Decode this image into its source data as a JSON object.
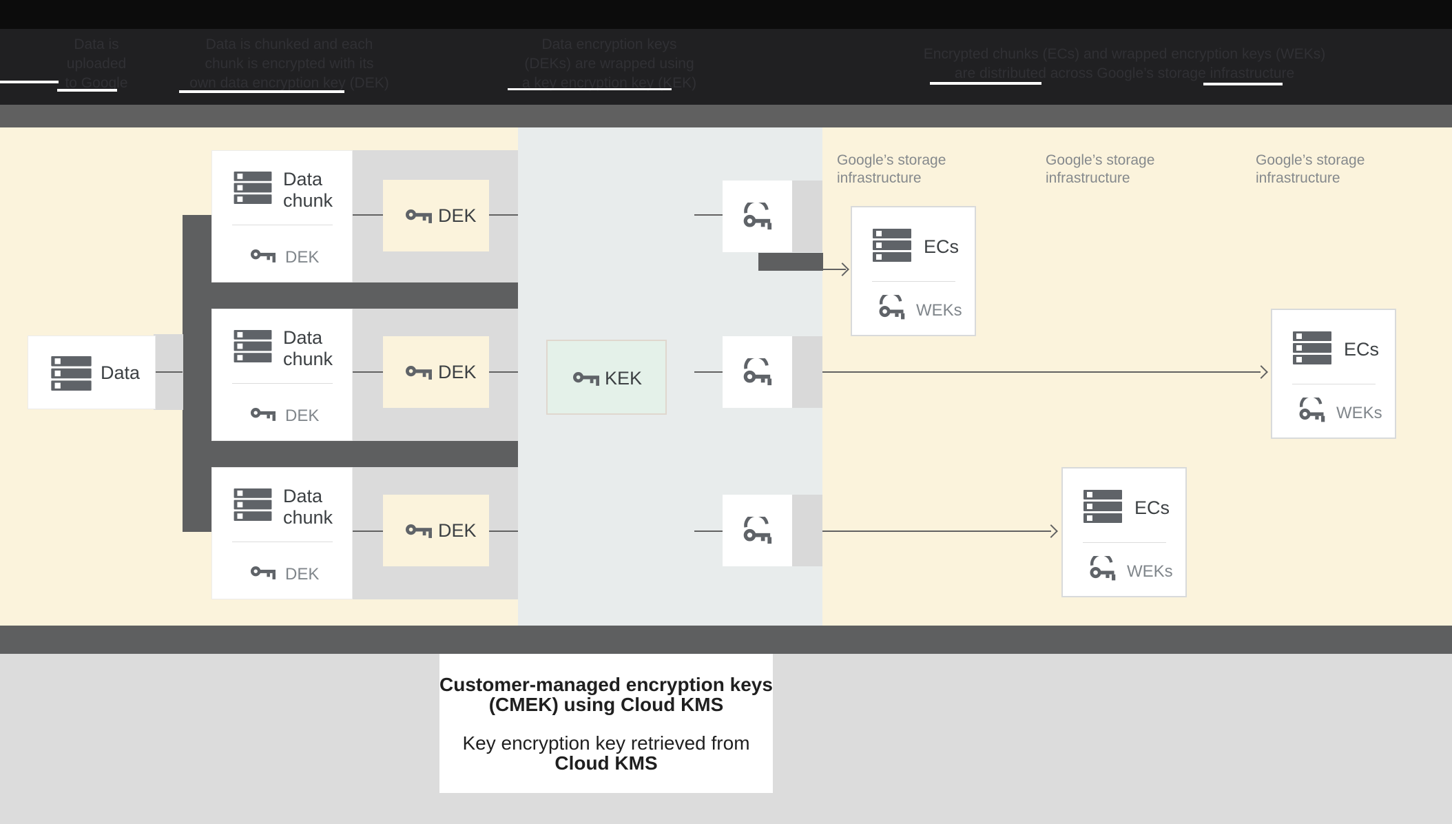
{
  "banner": {
    "columns": [
      {
        "lines": [
          "Data is",
          "uploaded",
          "to Google"
        ]
      },
      {
        "lines": [
          "Data is chunked and each",
          "chunk is encrypted with its",
          "own data encryption key (DEK)"
        ]
      },
      {
        "lines": [
          "Data encryption keys",
          "(DEKs) are wrapped using",
          "a key encryption key (KEK)"
        ]
      },
      {
        "lines": [
          "Encrypted chunks (ECs) and wrapped encryption keys (WEKs)",
          "are distributed across Google’s storage infrastructure"
        ]
      }
    ]
  },
  "stage": {
    "data_box": {
      "label": "Data"
    },
    "chunk_rows": [
      {
        "title": "Data chunk",
        "badge": "DEK"
      },
      {
        "title": "Data chunk",
        "badge": "DEK"
      },
      {
        "title": "Data chunk",
        "badge": "DEK"
      }
    ],
    "dek_boxes": [
      {
        "label": "DEK"
      },
      {
        "label": "DEK"
      },
      {
        "label": "DEK"
      }
    ],
    "kek_box": {
      "label": "KEK"
    },
    "storage_labels": [
      {
        "text": "Google’s storage infrastructure"
      },
      {
        "text": "Google’s storage infrastructure"
      },
      {
        "text": "Google’s storage infrastructure"
      }
    ],
    "ec_boxes": [
      {
        "title": "ECs",
        "key_label": "WEKs"
      },
      {
        "title": "ECs",
        "key_label": "WEKs"
      },
      {
        "title": "ECs",
        "key_label": "WEKs"
      }
    ]
  },
  "caption": {
    "heading_line1": "Customer-managed encryption keys",
    "heading_line2": "(CMEK) using Cloud KMS",
    "body_line1": "Key encryption key retrieved from",
    "body_line2": "Cloud KMS"
  },
  "colors": {
    "banner_bg": "#202022",
    "band_gray": "#5E5F60",
    "yellow_zone": "#FBF3DC",
    "kms_zone": "#E8ECEC",
    "row_band_gray": "#DBDBDB",
    "kek_green": "#E4F1E9",
    "icon_gray": "#5F6368",
    "muted_label": "#80868B"
  }
}
